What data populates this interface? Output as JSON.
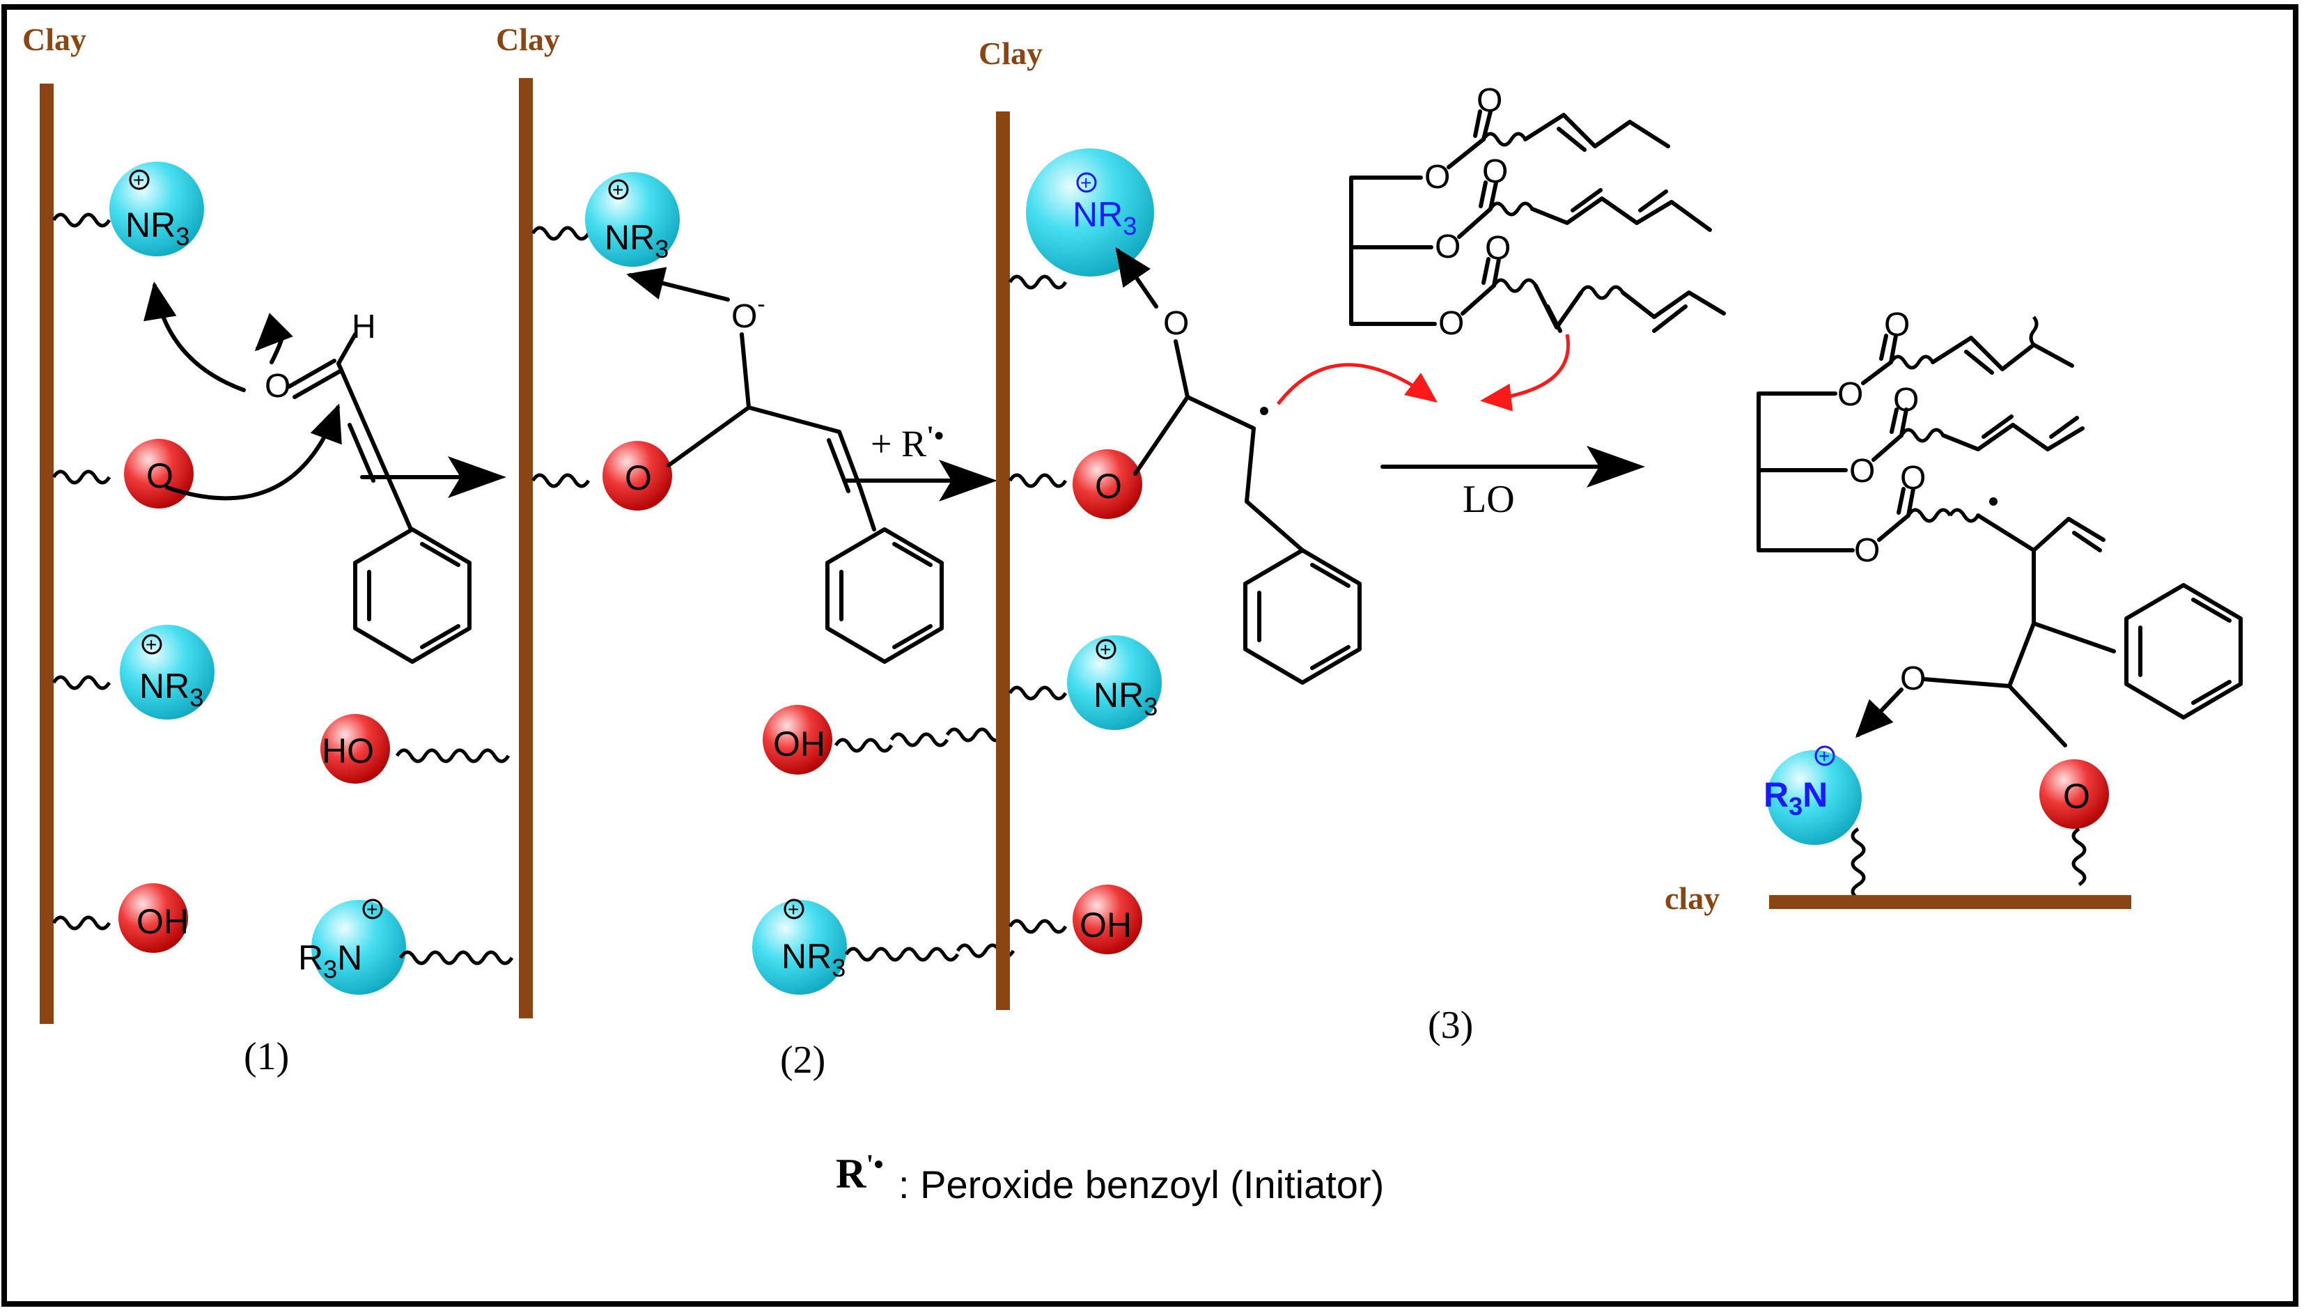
{
  "labels": {
    "clay": "Clay",
    "clay_bottom": "clay",
    "nr3": "NR",
    "r3n": "R",
    "n": "N",
    "oh": "OH",
    "ho": "HO",
    "o": "O",
    "o_minus": "O",
    "h": "H",
    "sub3": "3",
    "minus": "-",
    "plus": "+"
  },
  "steps": {
    "step1": "(1)",
    "step2": "(2)",
    "step3": "(3)"
  },
  "reagent": {
    "plus_r": "+ R",
    "arrow_label": "LO"
  },
  "legend": {
    "symbol": "R",
    "superscript": "'•",
    "text": ": Peroxide benzoyl (Initiator)"
  },
  "colors": {
    "clay": "#8b4513",
    "cation": "#33d6e8",
    "anion": "#ee2222",
    "red_arrow": "#ff1a1a",
    "blue_text": "#1a1aff"
  }
}
